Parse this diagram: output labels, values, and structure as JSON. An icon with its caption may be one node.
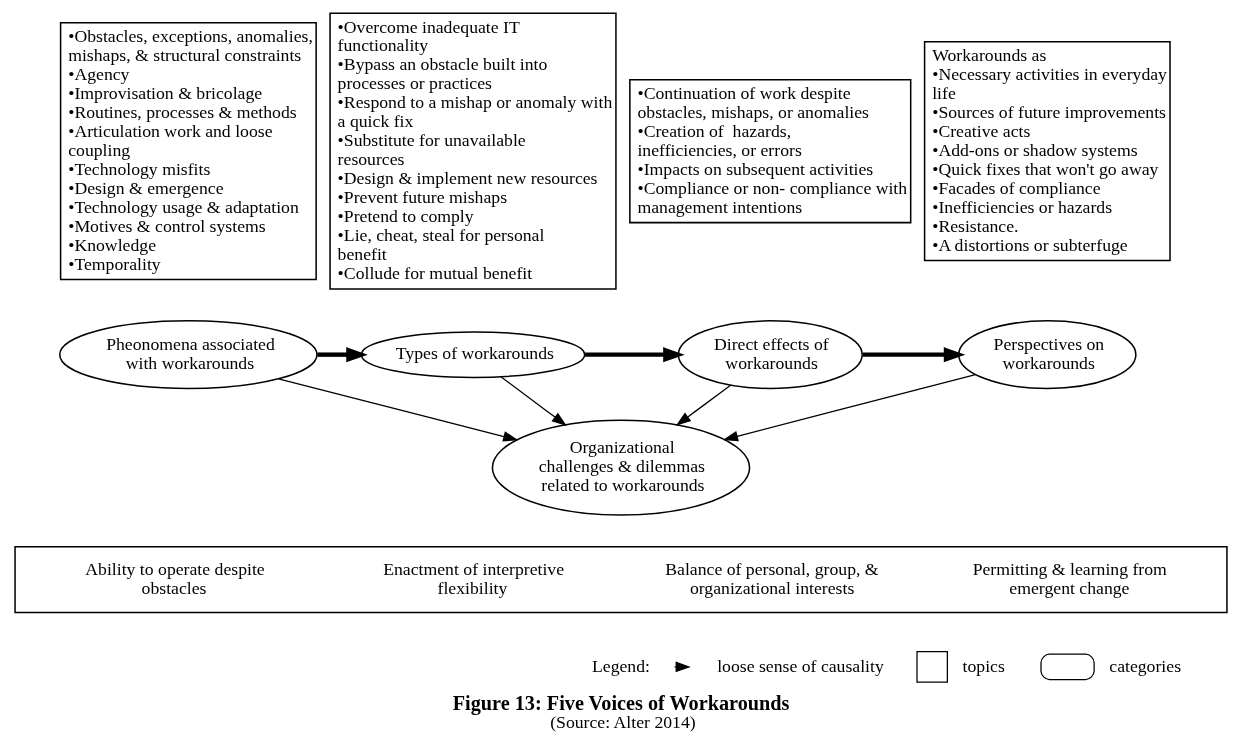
{
  "diagram": {
    "title": "Figure 13: Five Voices of Workarounds",
    "caption": "(Source: Alter 2014)",
    "nodes": [
      {
        "text": [
          "•Obstacles, exceptions, anomalies, mishaps, & structural constraints",
          "•Agency",
          "•Improvisation & bricolage",
          "•Routines, processes & methods",
          "•Articulation work and loose coupling",
          "•Technology misfits",
          "•Design & emergence",
          "•Technology usage & adaptation",
          "•Motives & control systems",
          "•Knowledge",
          "•Temporality"
        ]
      },
      {
        "text": [
          "•Overcome inadequate IT functionality",
          "•Bypass an obstacle built into processes or practices",
          "•Respond to a mishap or anomaly with a quick fix",
          "•Substitute for unavailable resources",
          "•Design & implement new resources",
          "•Prevent future mishaps",
          "•Pretend to comply",
          "•Lie, cheat, steal for personal benefit",
          "•Collude for mutual benefit"
        ]
      },
      {
        "text": [
          "•Continuation of work despite obstacles, mishaps, or anomalies",
          "•Creation of  hazards, inefficiencies, or errors",
          "•Impacts on subsequent activities",
          "•Compliance or non- compliance with management intentions"
        ]
      },
      {
        "text": [
          "Workarounds as",
          "•Necessary activities in everyday life",
          "•Sources of future improvements",
          "•Creative acts",
          "•Add-ons or shadow systems",
          "•Quick fixes that won't go away",
          "•Facades of compliance",
          "•Inefficiencies or hazards",
          "•Resistance.",
          "•A distortions or subterfuge"
        ]
      },
      {
        "text": [
          "Pheonomena associated with workarounds"
        ]
      },
      {
        "text": [
          "Types of workarounds"
        ]
      },
      {
        "text": [
          "Direct effects of workarounds"
        ]
      },
      {
        "text": [
          "Perspectives on workarounds"
        ]
      },
      {
        "text": [
          "Organizational challenges & dilemmas related to workarounds"
        ]
      },
      {
        "text": [
          "Ability to operate despite obstacles",
          "Enactment of interpretive flexibility",
          "Balance of personal, group, & organizational interests",
          "Permitting & learning from emergent change"
        ]
      }
    ],
    "edges": [
      {
        "from": 4,
        "to": 5,
        "arrow": "to",
        "style": "thick"
      },
      {
        "from": 5,
        "to": 6,
        "arrow": "to",
        "style": "thick"
      },
      {
        "from": 6,
        "to": 7,
        "arrow": "to",
        "style": "thick"
      },
      {
        "from": 4,
        "to": 8,
        "arrow": "to"
      },
      {
        "from": 5,
        "to": 8,
        "arrow": "to"
      },
      {
        "from": 6,
        "to": 8,
        "arrow": "to"
      },
      {
        "from": 7,
        "to": 8,
        "arrow": "to"
      }
    ],
    "labels": [
      "Legend:"
    ],
    "legend": [
      {
        "text": "loose sense of causality"
      },
      {
        "text": "topics"
      },
      {
        "text": "categories"
      }
    ]
  }
}
